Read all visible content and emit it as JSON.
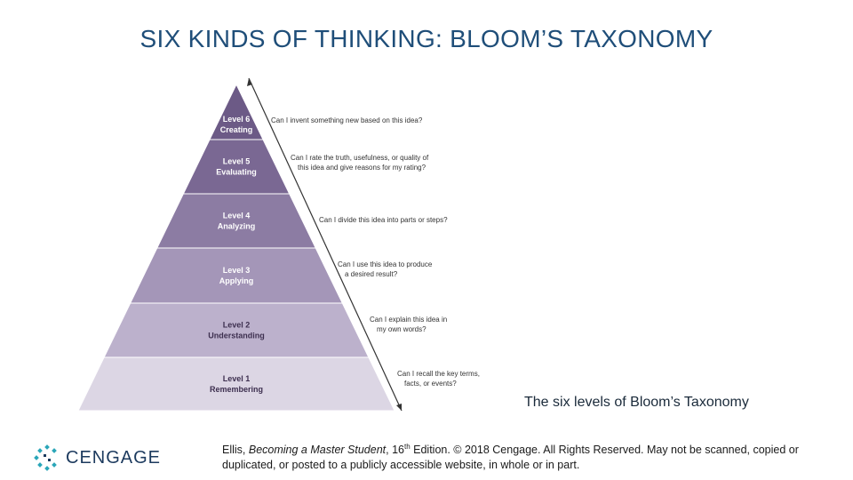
{
  "title": "SIX KINDS OF THINKING: BLOOM’S TAXONOMY",
  "levels": [
    {
      "level": "Level 6",
      "name": "Creating",
      "question": [
        "Can I invent something new based on this idea?"
      ]
    },
    {
      "level": "Level 5",
      "name": "Evaluating",
      "question": [
        "Can I rate the truth, usefulness, or quality of",
        "this idea and give reasons for my rating?"
      ]
    },
    {
      "level": "Level 4",
      "name": "Analyzing",
      "question": [
        "Can I divide this idea into parts or steps?"
      ]
    },
    {
      "level": "Level 3",
      "name": "Applying",
      "question": [
        "Can I use this idea to produce",
        "a desired result?"
      ]
    },
    {
      "level": "Level 2",
      "name": "Understanding",
      "question": [
        "Can I explain this idea in",
        "my own words?"
      ]
    },
    {
      "level": "Level 1",
      "name": "Remembering",
      "question": [
        "Can I recall the key terms,",
        "facts, or events?"
      ]
    }
  ],
  "level_colors": [
    "#6c5a86",
    "#7a6893",
    "#8c7ca3",
    "#a496b8",
    "#bcb1cc",
    "#dcd6e4"
  ],
  "caption": "The six levels of Bloom’s Taxonomy",
  "logo": {
    "icon": "cengage-logo-icon",
    "text": "CENGAGE"
  },
  "credit": {
    "author": "Ellis, ",
    "book": "Becoming a Master Student",
    "edition_num": ", 16",
    "edition_sup": "th",
    "rest": " Edition. © 2018 Cengage. All Rights Reserved. May not be scanned, copied or duplicated, or posted to a publicly accessible website, in whole or in part."
  }
}
